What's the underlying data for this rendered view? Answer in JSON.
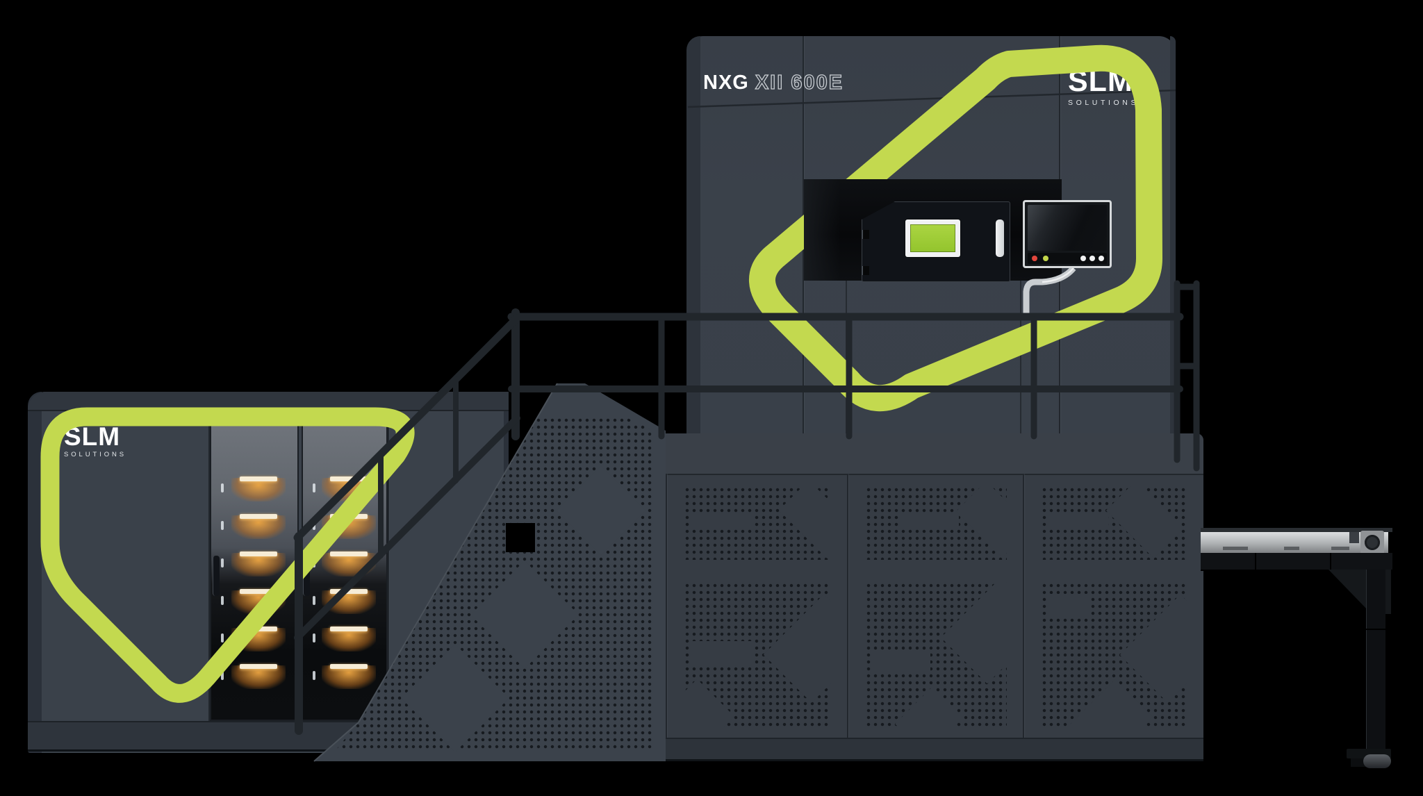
{
  "scene": {
    "background_color": "#000000",
    "subject": "Industrial metal 3D printer, front view, on black background"
  },
  "tower": {
    "model_label": {
      "prefix": "NXG",
      "series": "XII 600E"
    },
    "logo": {
      "title": "SLM",
      "subtitle": "SOLUTIONS"
    },
    "viewport": {
      "screen_color": "#9fcc35",
      "frame_color": "#f1f2f3"
    },
    "monitor": {
      "indicators": {
        "red": "#e2463c",
        "green": "#c3d64a",
        "white": "#f1f2f3",
        "white_dot_count": 3
      }
    }
  },
  "cabinet": {
    "logo": {
      "title": "SLM",
      "subtitle": "SOLUTIONS"
    },
    "door_count": 2,
    "shelves_per_door": 6,
    "shelf_glow_color": "#e29a3d"
  },
  "accents": {
    "brand_green": "#c3d94f",
    "body_color": "#3a414a",
    "base_color": "#363c44",
    "railing_color": "#21262b",
    "conveyor_metal": "#b9bcbe"
  }
}
